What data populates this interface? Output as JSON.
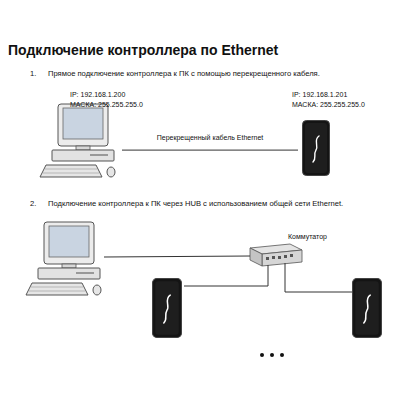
{
  "diagram": {
    "title": "Подключение контроллера по Ethernet",
    "nodes": [
      {
        "text": [
          "IP: 192.168.1.200",
          "МАСКА: 255.255.255.0"
        ]
      },
      {
        "text": [
          "IP: 192.168.1.201",
          "МАСКА: 255.255.255.0"
        ]
      },
      {
        "text": [
          "Коммутатор"
        ]
      }
    ],
    "edges": [
      {
        "from": 0,
        "to": 1,
        "arrow": "none",
        "label": "Перекрещенный кабель Ethernet"
      }
    ],
    "labels": [
      "1.",
      "Прямое подключение контроллера к ПК с помощью перекрещенного кабеля.",
      "2.",
      "Подключение контроллера к ПК через HUB с использованием общей сети Ethernet."
    ]
  }
}
